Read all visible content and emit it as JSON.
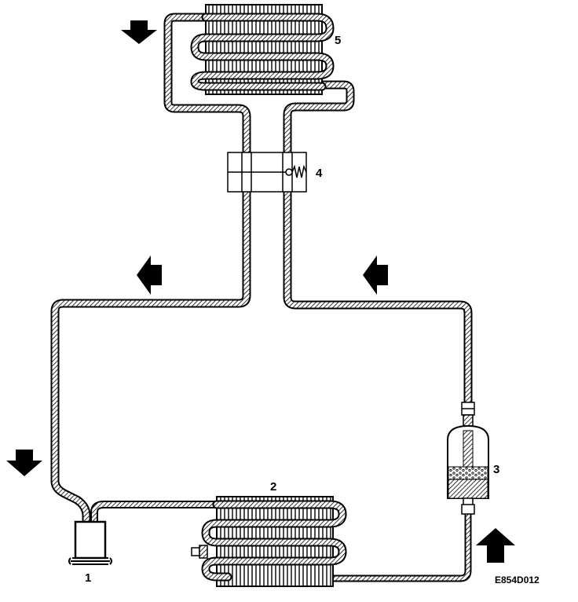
{
  "labels": {
    "compressor": "1",
    "condenser": "2",
    "receiver_drier": "3",
    "expansion_valve": "4",
    "evaporator": "5"
  },
  "figure_code": "E854D012",
  "colors": {
    "line": "#000000",
    "background": "#ffffff",
    "pipe_fill": "#ffffff"
  },
  "icons": {
    "flow_arrow": "flow-arrow-icon"
  }
}
